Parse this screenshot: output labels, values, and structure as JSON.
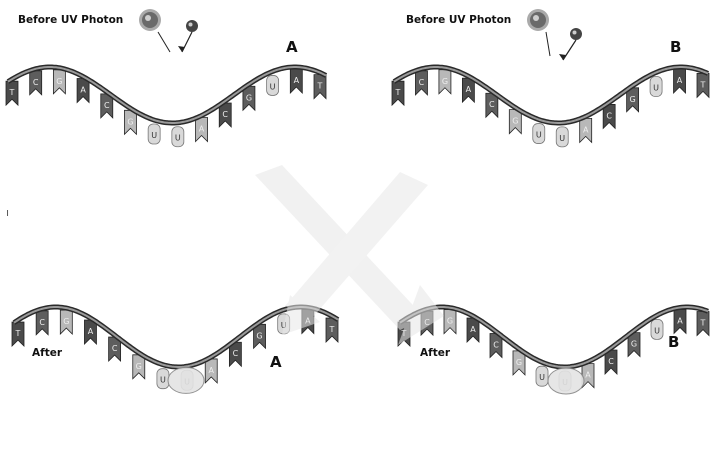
{
  "panels": [
    {
      "id": "top-left",
      "state_label": "Before UV Photon",
      "panel_letter": "A",
      "phase": "before",
      "bases": [
        "T",
        "C",
        "G",
        "A",
        "C",
        "G",
        "U",
        "U",
        "A",
        "C",
        "G",
        "U",
        "A",
        "T"
      ]
    },
    {
      "id": "top-right",
      "state_label": "Before UV Photon",
      "panel_letter": "B",
      "phase": "before",
      "bases": [
        "T",
        "C",
        "G",
        "A",
        "C",
        "G",
        "U",
        "U",
        "A",
        "C",
        "G",
        "U",
        "A",
        "T"
      ]
    },
    {
      "id": "bottom-left",
      "state_label": "After",
      "panel_letter": "A",
      "phase": "after",
      "bases": [
        "T",
        "C",
        "G",
        "A",
        "C",
        "G",
        "U",
        "U",
        "A",
        "C",
        "G",
        "U",
        "A",
        "T"
      ]
    },
    {
      "id": "bottom-right",
      "state_label": "After",
      "panel_letter": "B",
      "phase": "after",
      "bases": [
        "T",
        "C",
        "G",
        "A",
        "C",
        "G",
        "U",
        "U",
        "A",
        "C",
        "G",
        "U",
        "A",
        "T"
      ]
    }
  ],
  "colors": {
    "backbone": "#2a2a2a",
    "backbone_fill": "#6f6f6f",
    "flag_dark": "#4a4a4a",
    "flag_light": "#b8b8b8",
    "uracil": "#d9d9d9",
    "photon_outer": "#8a8a8a",
    "photon_inner": "#c8c8c8",
    "cross": "#e6e6e6"
  }
}
